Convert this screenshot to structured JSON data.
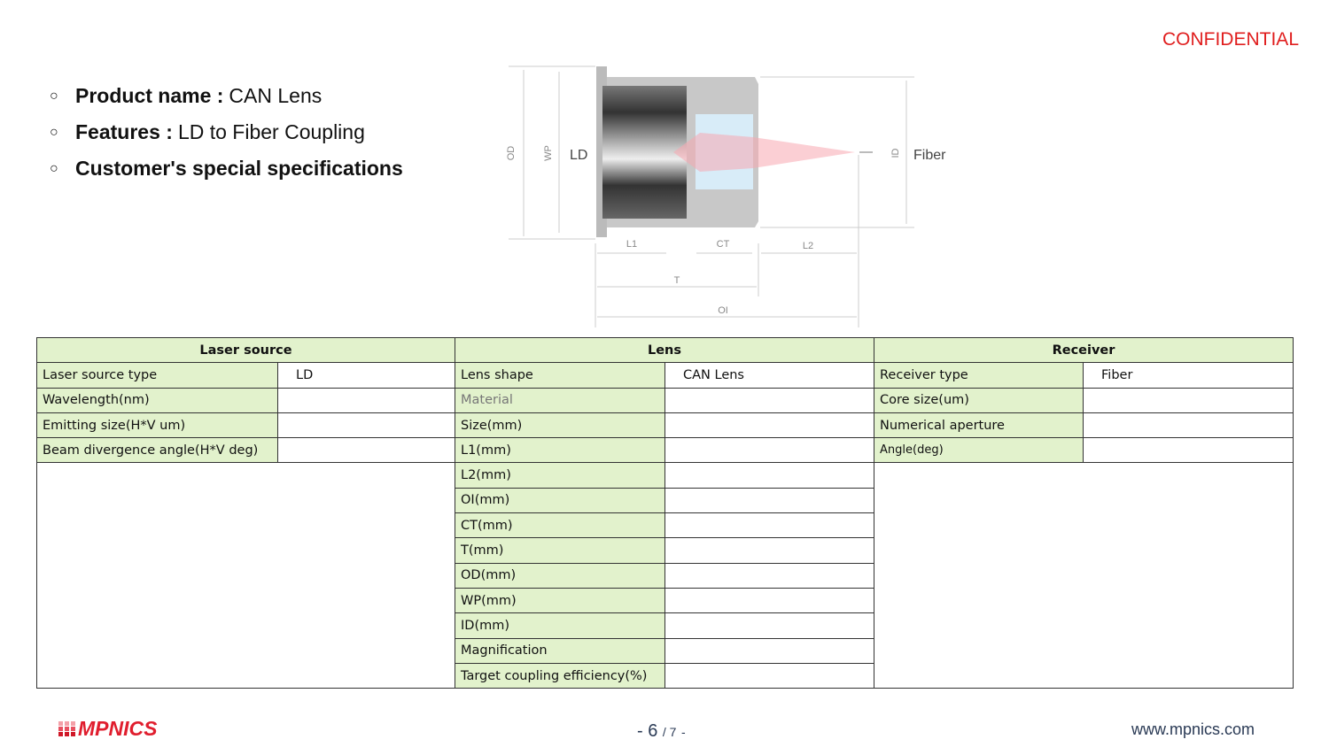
{
  "header": {
    "confidential": "CONFIDENTIAL"
  },
  "bullets": [
    {
      "label": "Product name :",
      "value": "CAN Lens"
    },
    {
      "label": "Features :",
      "value": "LD to  Fiber Coupling"
    },
    {
      "label": "Customer's special specifications",
      "value": ""
    }
  ],
  "diagram": {
    "labels": {
      "od": "OD",
      "wp": "WP",
      "ld": "LD",
      "id": "ID",
      "fiber": "Fiber",
      "l1": "L1",
      "ct": "CT",
      "l2": "L2",
      "t": "T",
      "oi": "OI"
    }
  },
  "table": {
    "headers": [
      "Laser source",
      "Lens",
      "Receiver"
    ],
    "laser": [
      {
        "label": "Laser source type",
        "value": "LD"
      },
      {
        "label": "Wavelength(nm)",
        "value": ""
      },
      {
        "label": "Emitting size(H*V um)",
        "value": ""
      },
      {
        "label": "Beam divergence angle(H*V deg)",
        "value": ""
      }
    ],
    "lens": [
      {
        "label": "Lens shape",
        "value": "CAN Lens"
      },
      {
        "label": "Material",
        "value": ""
      },
      {
        "label": "Size(mm)",
        "value": ""
      },
      {
        "label": "L1(mm)",
        "value": ""
      },
      {
        "label": "L2(mm)",
        "value": ""
      },
      {
        "label": "OI(mm)",
        "value": ""
      },
      {
        "label": "CT(mm)",
        "value": ""
      },
      {
        "label": "T(mm)",
        "value": ""
      },
      {
        "label": "OD(mm)",
        "value": ""
      },
      {
        "label": "WP(mm)",
        "value": ""
      },
      {
        "label": "ID(mm)",
        "value": ""
      },
      {
        "label": "Magnification",
        "value": ""
      },
      {
        "label": "Target coupling efficiency(%)",
        "value": ""
      }
    ],
    "receiver": [
      {
        "label": "Receiver type",
        "value": "Fiber"
      },
      {
        "label": "Core size(um)",
        "value": ""
      },
      {
        "label": "Numerical aperture",
        "value": ""
      },
      {
        "label": "Angle(deg)",
        "value": ""
      }
    ]
  },
  "footer": {
    "logo": "MPNICS",
    "page_current": "6",
    "page_total": "/ 7",
    "url": "www.mpnics.com"
  },
  "colors": {
    "accent": "#e01e1e",
    "table_green": "#e2f2cc"
  }
}
